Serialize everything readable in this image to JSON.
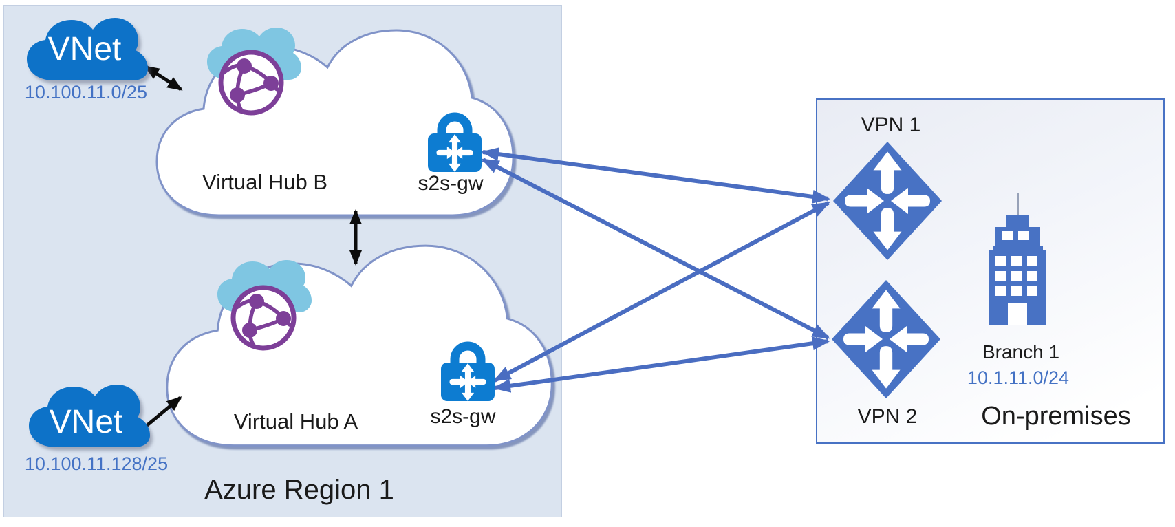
{
  "region": {
    "label": "Azure Region 1"
  },
  "vnets": [
    {
      "name": "VNet",
      "cidr": "10.100.11.0/25"
    },
    {
      "name": "VNet",
      "cidr": "10.100.11.128/25"
    }
  ],
  "hubs": [
    {
      "label": "Virtual Hub B",
      "gateway": "s2s-gw"
    },
    {
      "label": "Virtual Hub A",
      "gateway": "s2s-gw"
    }
  ],
  "onprem": {
    "label": "On-premises",
    "vpn1": "VPN 1",
    "vpn2": "VPN 2",
    "branch": {
      "label": "Branch 1",
      "cidr": "10.1.11.0/24"
    }
  },
  "connections": [
    {
      "from": "hub-b-s2s-gw",
      "to": "vpn-1",
      "type": "vpn-tunnel-double-arrow"
    },
    {
      "from": "hub-b-s2s-gw",
      "to": "vpn-2",
      "type": "vpn-tunnel-double-arrow"
    },
    {
      "from": "hub-a-s2s-gw",
      "to": "vpn-1",
      "type": "vpn-tunnel-double-arrow"
    },
    {
      "from": "hub-a-s2s-gw",
      "to": "vpn-2",
      "type": "vpn-tunnel-double-arrow"
    },
    {
      "from": "vnet-top",
      "to": "virtual-hub-b",
      "type": "peering-double-arrow"
    },
    {
      "from": "vnet-bottom",
      "to": "virtual-hub-a",
      "type": "peering-double-arrow"
    },
    {
      "from": "virtual-hub-b",
      "to": "virtual-hub-a",
      "type": "hub-to-hub-double-arrow"
    }
  ],
  "colors": {
    "accent_blue": "#4872c4",
    "connector_blue": "#4a6dc1",
    "lock_blue": "#0d7cd1",
    "vnet_cloud_blue": "#0f72c8",
    "region_background": "#dbe4f0",
    "globe_purple": "#7d3f98",
    "icon_cloud_cyan": "#7fc6e2",
    "ip_text_blue": "#4472c4"
  }
}
